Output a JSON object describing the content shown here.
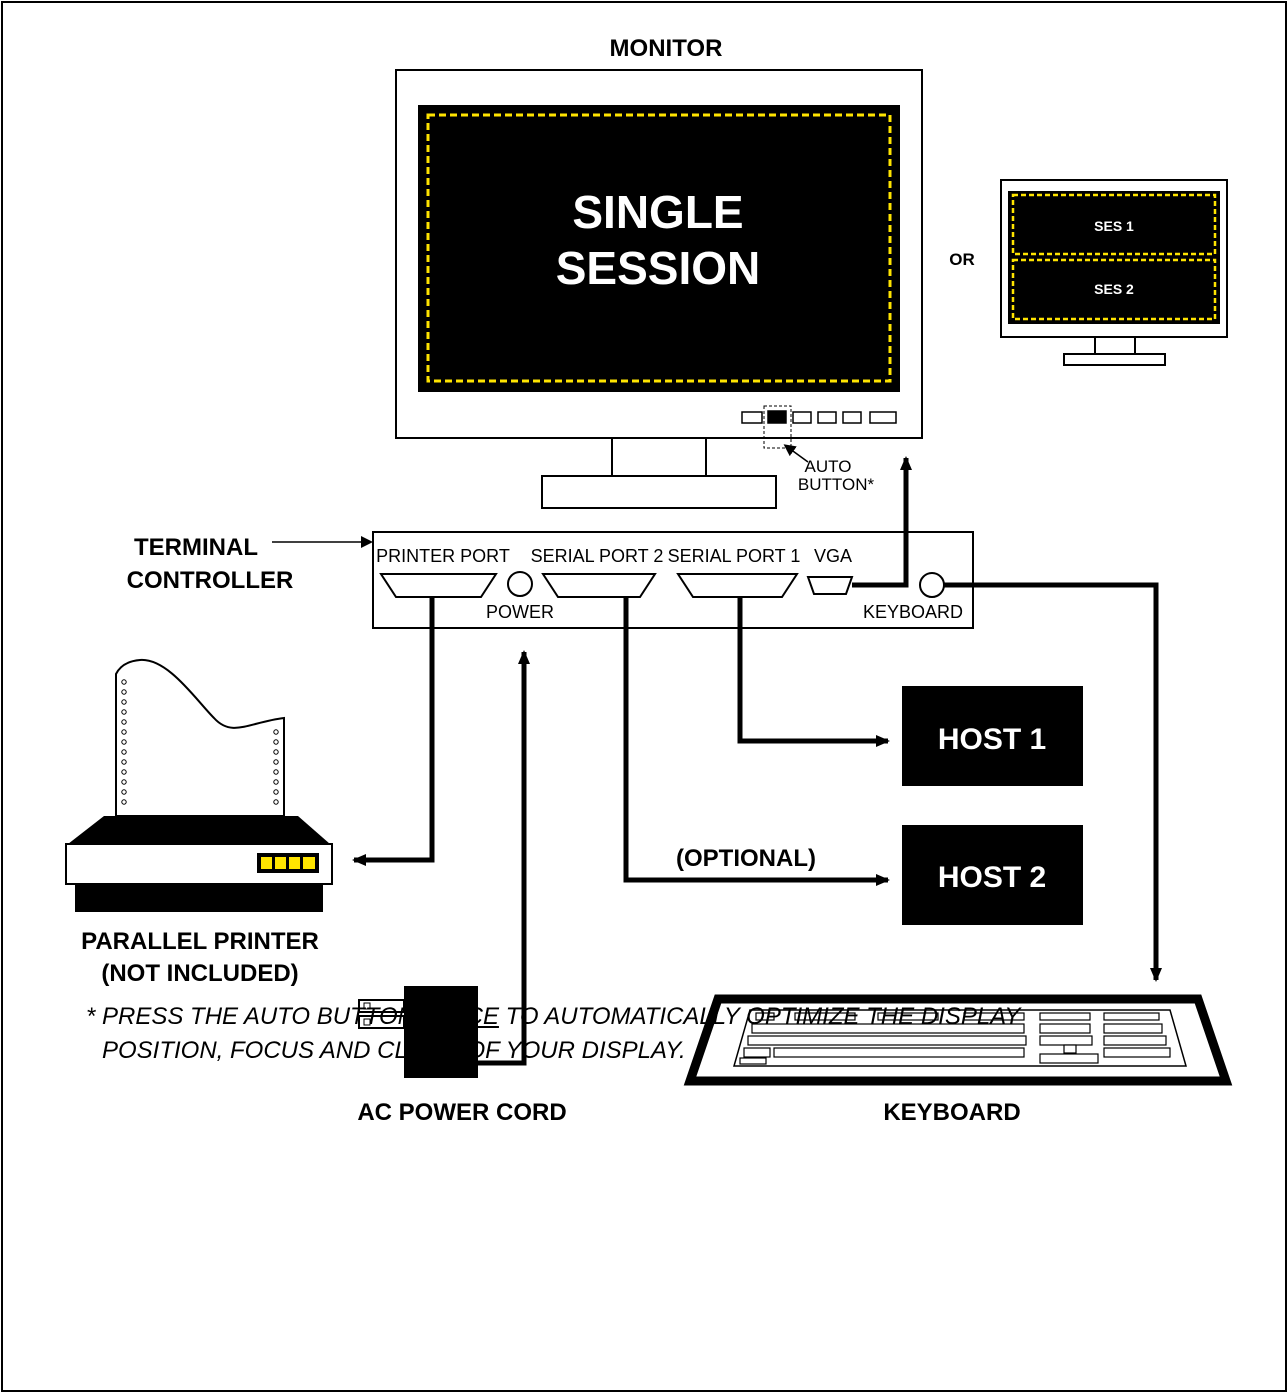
{
  "monitor": {
    "title": "MONITOR",
    "screen_line1": "SINGLE",
    "screen_line2": "SESSION",
    "auto_label_line1": "AUTO",
    "auto_label_line2": "BUTTON*"
  },
  "alt_monitor": {
    "or_label": "OR",
    "session1": "SES 1",
    "session2": "SES 2"
  },
  "controller": {
    "label_line1": "TERMINAL",
    "label_line2": "CONTROLLER",
    "ports": {
      "printer": "PRINTER PORT",
      "serial2": "SERIAL PORT 2",
      "serial1": "SERIAL PORT 1",
      "vga": "VGA",
      "power": "POWER",
      "keyboard": "KEYBOARD"
    }
  },
  "hosts": {
    "host1": "HOST 1",
    "host2": "HOST 2",
    "optional": "(OPTIONAL)"
  },
  "printer": {
    "label_line1": "PARALLEL PRINTER",
    "label_line2": "(NOT INCLUDED)"
  },
  "power_cord": {
    "label": "AC POWER CORD"
  },
  "keyboard": {
    "label": "KEYBOARD"
  },
  "footnote": {
    "prefix": "* PRESS THE AUTO BUTTON ",
    "emphasis": "TWICE",
    "suffix": " TO AUTOMATICALLY OPTIMIZE THE DISPLAY",
    "line2": "POSITION, FOCUS AND CLOCK OF YOUR DISPLAY."
  },
  "colors": {
    "ink": "#000000",
    "screen": "#000000",
    "session_border": "#ffe400",
    "indicator": "#ffe400"
  }
}
